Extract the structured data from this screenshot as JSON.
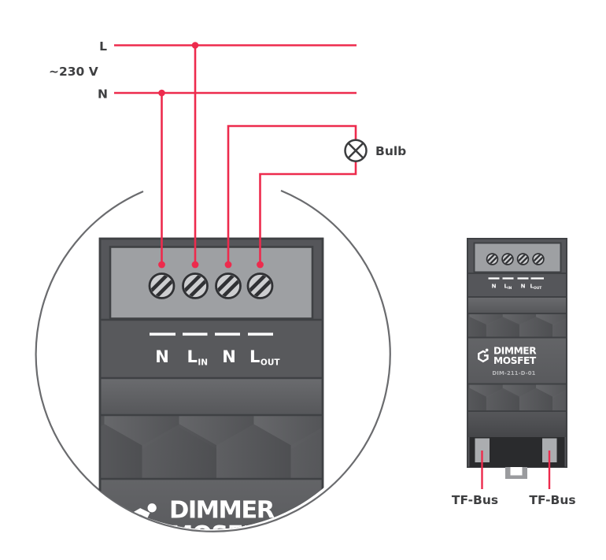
{
  "colors": {
    "wire_red": "#ED2B4D",
    "label_text": "#3E3F41",
    "device_body": "#55565A",
    "device_border": "#3F4144",
    "terminal_panel": "#9EA0A3",
    "screw_fill": "#CDCED0",
    "bottom_section_black": "#2A2B2D",
    "bus_connector_gray": "#ABADB0",
    "magnifier_circle": "#6A6B6E",
    "brand_text": "#FFFFFF"
  },
  "supply": {
    "live_label": "L",
    "neutral_label": "N",
    "voltage_label": "~230 V"
  },
  "load": {
    "label": "Bulb"
  },
  "terminals": {
    "t1": "N",
    "t2_main": "L",
    "t2_sub": "IN",
    "t3": "N",
    "t4_main": "L",
    "t4_sub": "OUT"
  },
  "device": {
    "brand_line1": "DIMMER",
    "brand_line2": "MOSFET",
    "model": "DIM-211-D-01"
  },
  "bus": {
    "left": "TF-Bus",
    "right": "TF-Bus"
  }
}
